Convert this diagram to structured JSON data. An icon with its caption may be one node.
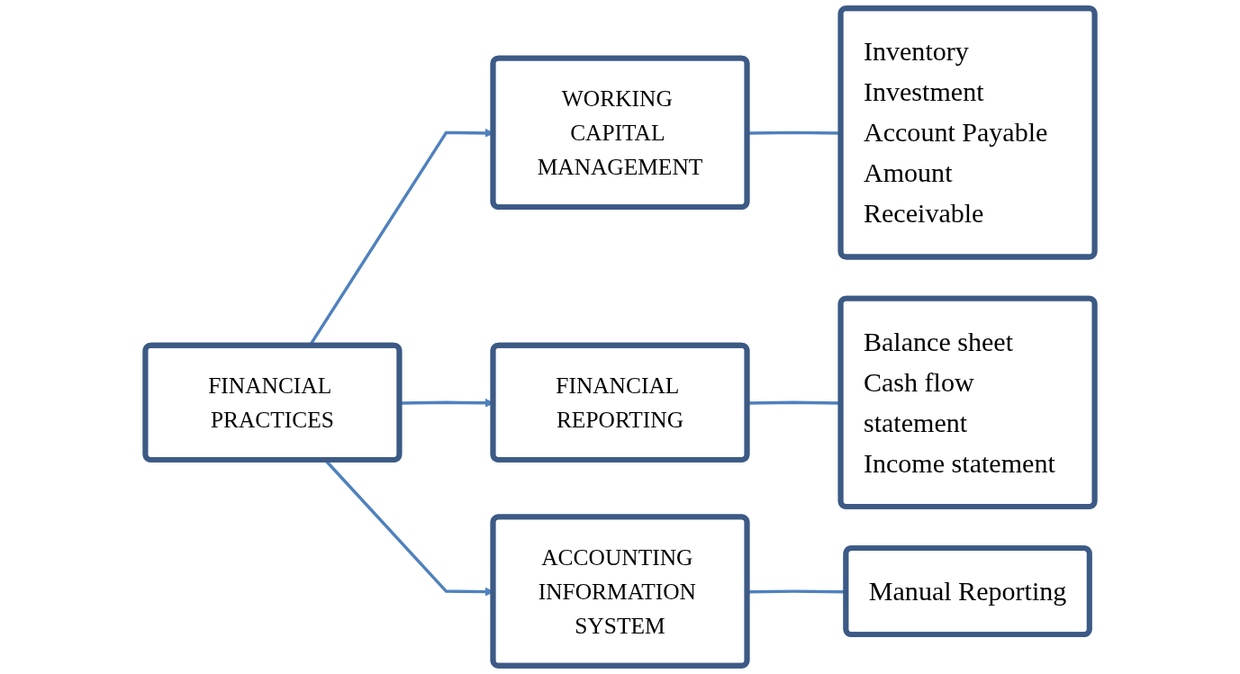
{
  "diagram": {
    "nodes": [
      {
        "text": [
          "FINANCIAL PRACTICES"
        ]
      },
      {
        "text": [
          "WORKING CAPITAL MANAGEMENT"
        ]
      },
      {
        "text": [
          "Inventory",
          "Investment",
          "Account Payable",
          "Amount Receivable"
        ]
      },
      {
        "text": [
          "FINANCIAL REPORTING"
        ]
      },
      {
        "text": [
          "Balance sheet",
          "Cash flow statement",
          "Income statement"
        ]
      },
      {
        "text": [
          "ACCOUNTING INFORMATION SYSTEM"
        ]
      },
      {
        "text": [
          "Manual Reporting"
        ]
      }
    ],
    "edges": [
      {
        "from": 0,
        "to": 1,
        "arrow": "to"
      },
      {
        "from": 0,
        "to": 3,
        "arrow": "to"
      },
      {
        "from": 0,
        "to": 5,
        "arrow": "to"
      },
      {
        "from": 1,
        "to": 2,
        "arrow": "none"
      },
      {
        "from": 3,
        "to": 4,
        "arrow": "none"
      },
      {
        "from": 5,
        "to": 6,
        "arrow": "none"
      }
    ]
  }
}
